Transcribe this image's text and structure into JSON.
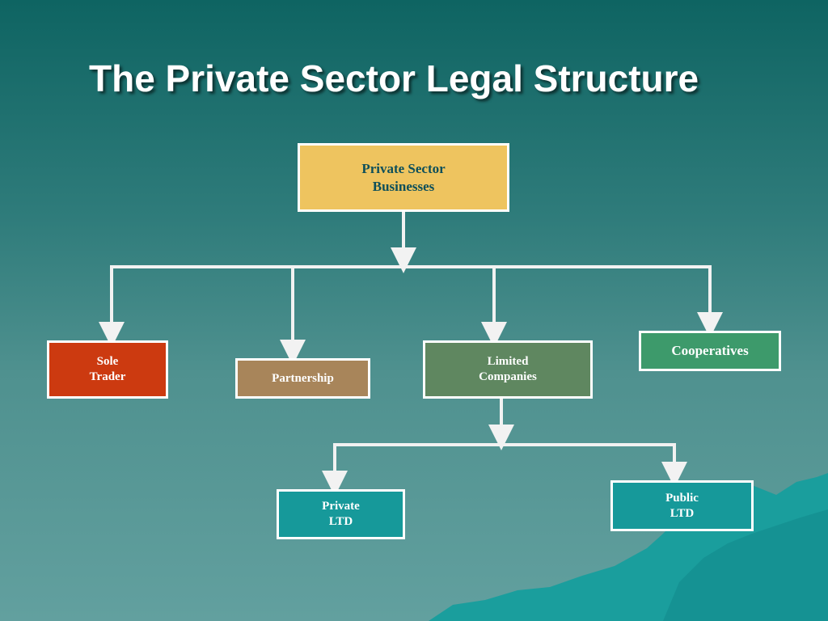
{
  "title": "The Private Sector Legal Structure",
  "boxes": {
    "root": {
      "lines": [
        "Private Sector",
        "Businesses"
      ],
      "fill": "#eec45f",
      "text_color": "#0d4f5a"
    },
    "sole_trader": {
      "lines": [
        "Sole",
        "Trader"
      ],
      "fill": "#cc3a10",
      "text_color": "#ffffff"
    },
    "partnership": {
      "lines": [
        "Partnership"
      ],
      "fill": "#a8855a",
      "text_color": "#ffffff"
    },
    "limited_companies": {
      "lines": [
        "Limited",
        "Companies"
      ],
      "fill": "#5f8760",
      "text_color": "#ffffff"
    },
    "cooperatives": {
      "lines": [
        "Cooperatives"
      ],
      "fill": "#3d9a6b",
      "text_color": "#ffffff"
    },
    "private_ltd": {
      "lines": [
        "Private",
        "LTD"
      ],
      "fill": "#16999a",
      "text_color": "#ffffff"
    },
    "public_ltd": {
      "lines": [
        "Public",
        "LTD"
      ],
      "fill": "#16999a",
      "text_color": "#ffffff"
    }
  },
  "colors": {
    "connector": "#f2f2f2",
    "mountain": "#1a9e9d"
  }
}
